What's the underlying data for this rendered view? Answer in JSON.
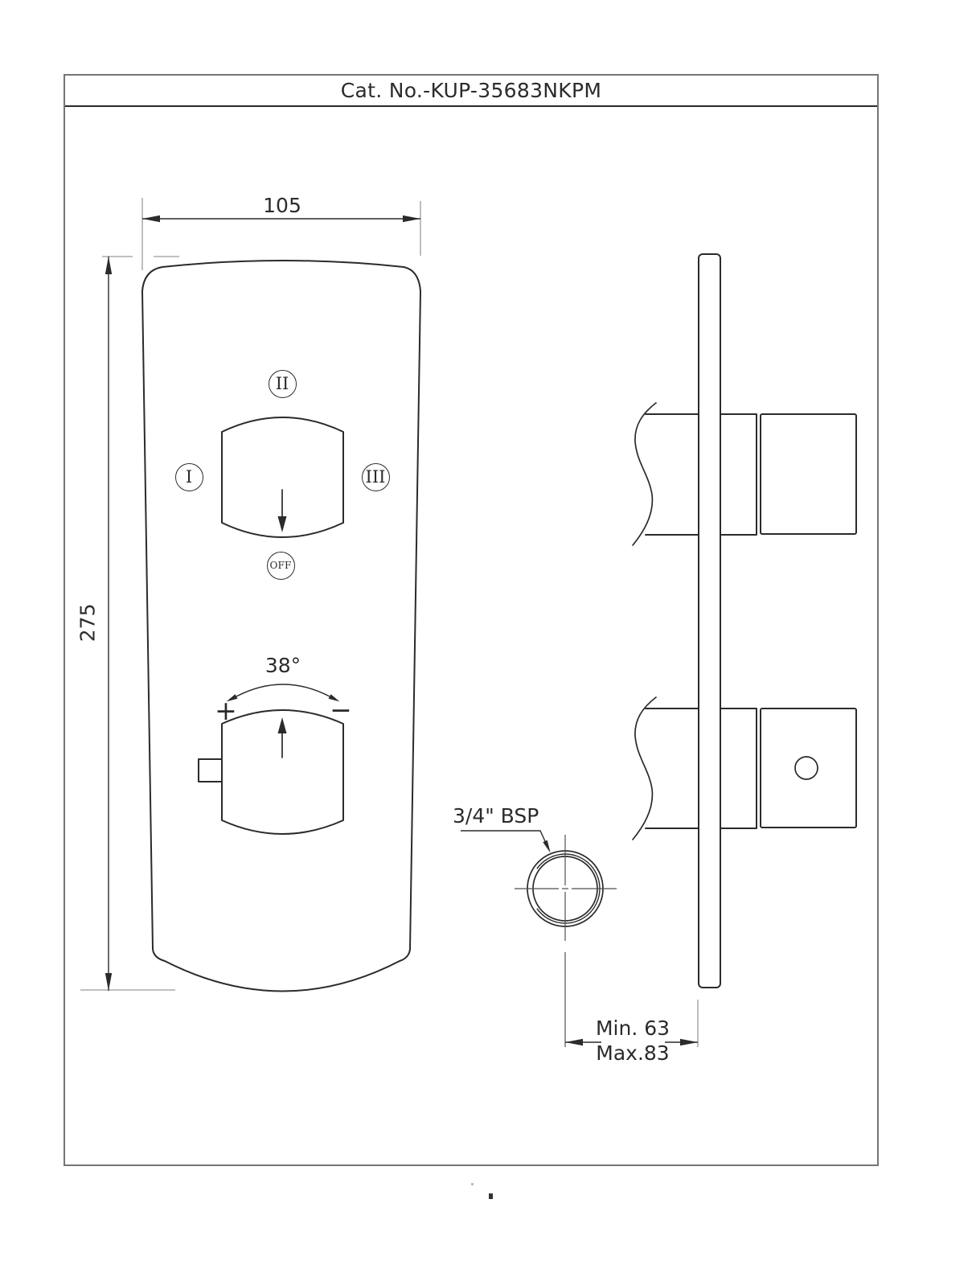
{
  "title": "Cat. No.-KUP-35683NKPM",
  "front_view": {
    "width_dim": "105",
    "height_dim": "275",
    "diverter": {
      "position_top": "II",
      "position_left": "I",
      "position_right": "III",
      "off_label": "OFF"
    },
    "temperature": {
      "angle_label": "38°",
      "plus_label": "+",
      "minus_label": "−"
    }
  },
  "side_view": {
    "depth_min_label": "Min. 63",
    "depth_max_label": "Max.83"
  },
  "connection": {
    "thread_label": "3/4\" BSP"
  },
  "colors": {
    "line": "#2b2b2b",
    "extension": "#9a9a9a",
    "centerline": "#4f4f4f",
    "frame_border": "#757575",
    "background": "#ffffff"
  }
}
